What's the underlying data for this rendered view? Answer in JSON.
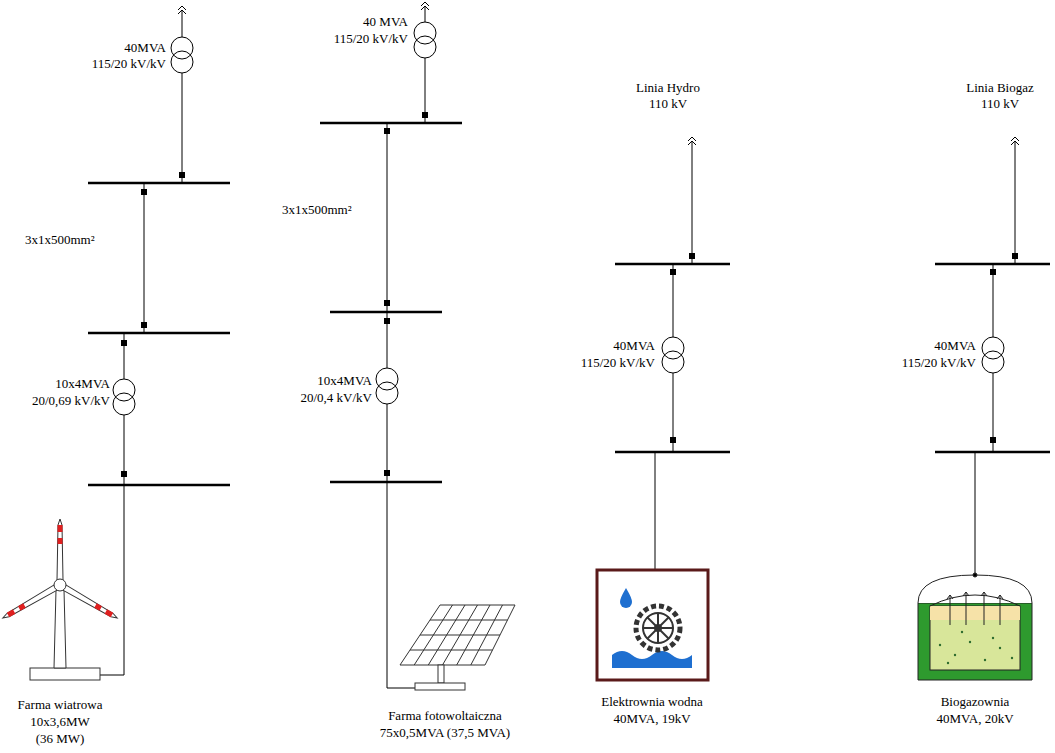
{
  "diagram": {
    "labels": [
      "40MVA",
      "115/20 kV/kV",
      "3x1x500mm²",
      "10x4MVA",
      "20/0,69 kV/kV",
      "Farma wiatrowa",
      "10x3,6MW",
      "(36 MW)",
      "40 MVA",
      "115/20 kV/kV",
      "3x1x500mm²",
      "10x4MVA",
      "20/0,4 kV/kV",
      "Farma fotowoltaiczna",
      "75x0,5MVA (37,5 MVA)",
      "Linia Hydro",
      "110 kV",
      "40MVA",
      "115/20 kV/kV",
      "Elektrownia wodna",
      "40MVA, 19kV",
      "Linia Biogaz",
      "110 kV",
      "40MVA",
      "115/20 kV/kV",
      "Biogazownia",
      "40MVA, 20kV"
    ]
  }
}
